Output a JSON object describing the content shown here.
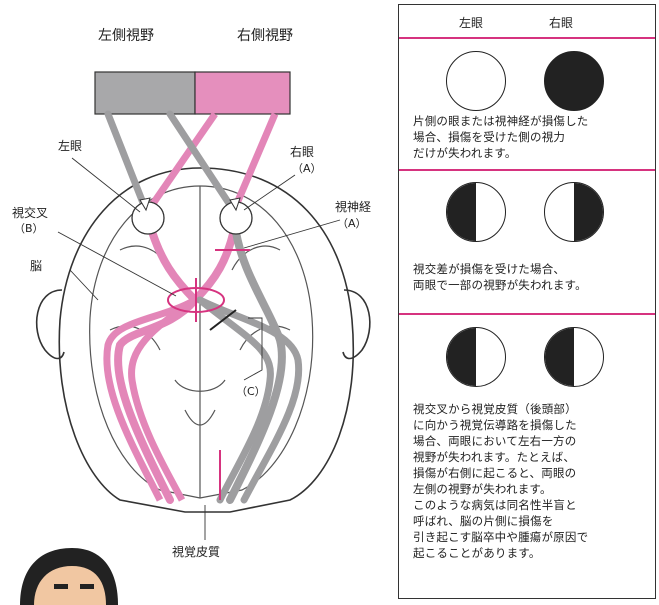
{
  "diagram": {
    "left_field_label": "左側視野",
    "right_field_label": "右側視野",
    "left_eye_label": "左眼",
    "right_eye_label": "右眼",
    "right_eye_tag": "（A）",
    "chiasm_label": "視交叉",
    "chiasm_tag": "（B）",
    "optic_nerve_label": "視神経",
    "optic_nerve_tag": "（A）",
    "brain_label": "脳",
    "tract_tag": "（C）",
    "visual_cortex_label": "視覚皮質"
  },
  "panel": {
    "left_eye_header": "左眼",
    "right_eye_header": "右眼",
    "sections": [
      {
        "left_eye": "clear",
        "right_eye": "full",
        "caption": "片側の眼または視神経が損傷した\n場合、損傷を受けた側の視力\nだけが失われます。"
      },
      {
        "left_eye": "left-half",
        "right_eye": "right-half",
        "caption": "視交差が損傷を受けた場合、\n両眼で一部の視野が失われます。"
      },
      {
        "left_eye": "left-half",
        "right_eye": "left-half",
        "caption": "視交叉から視覚皮質（後頭部）\nに向かう視覚伝導路を損傷した\n場合、両眼において左右一方の\n視野が失われます。たとえば、\n損傷が右側に起こると、両眼の\n左側の視野が失われます。\nこのような病気は同名性半盲と\n呼ばれ、脳の片側に損傷を\n引き起こす脳卒中や腫瘍が原因で\n起こることがあります。"
      }
    ]
  },
  "colors": {
    "pink": "#e386b8",
    "gray": "#9e9ea0",
    "magenta": "#d6337f",
    "dark": "#222222"
  }
}
